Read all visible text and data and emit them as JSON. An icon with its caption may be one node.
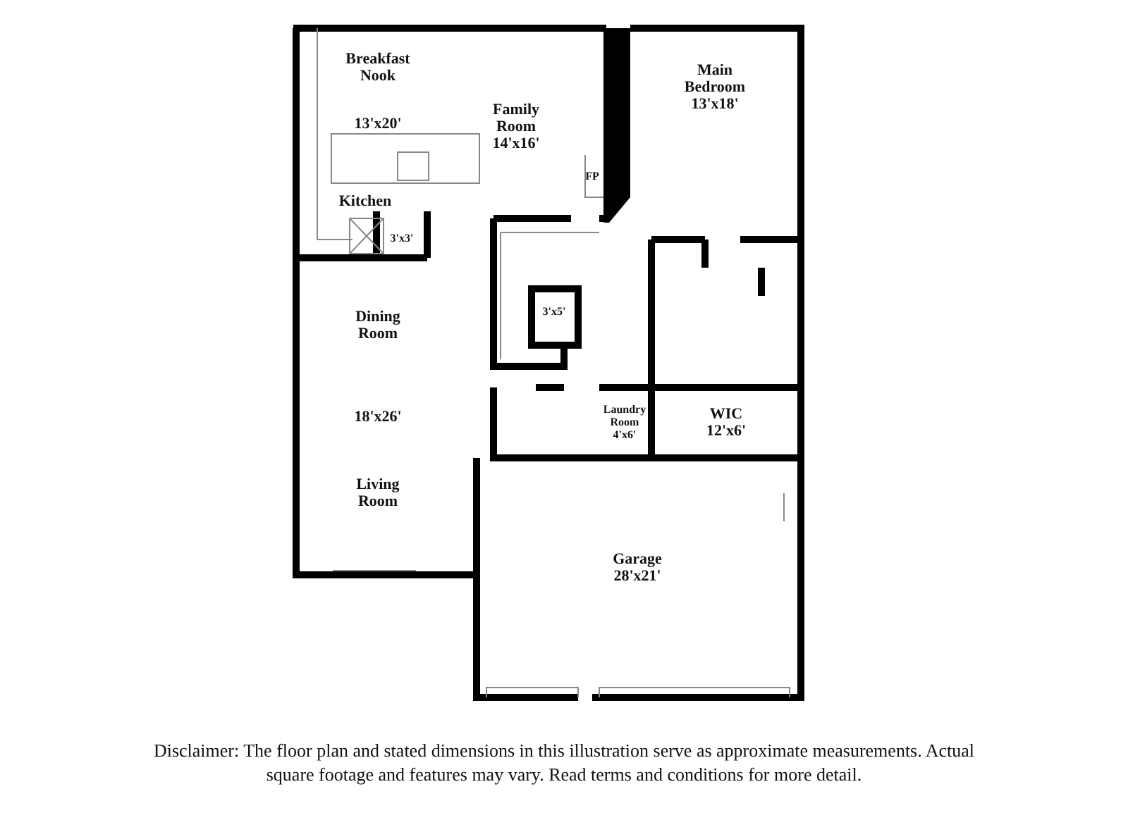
{
  "diagram": {
    "caption": "Disclaimer: The floor plan and stated dimensions in this illustration serve as approximate measurements. Actual square footage and features may vary. Read terms and conditions for more detail.",
    "labels": [
      "Breakfast Nook",
      "13'x20'",
      "Family Room 14'x16'",
      "Main Bedroom 13'x18'",
      "FP",
      "Kitchen",
      "3'x3'",
      "3'x5'",
      "Dining Room",
      "18'x26'",
      "Living Room",
      "Laundry Room 4'x6'",
      "WIC 12'x6'",
      "Garage 28'x21'"
    ]
  }
}
